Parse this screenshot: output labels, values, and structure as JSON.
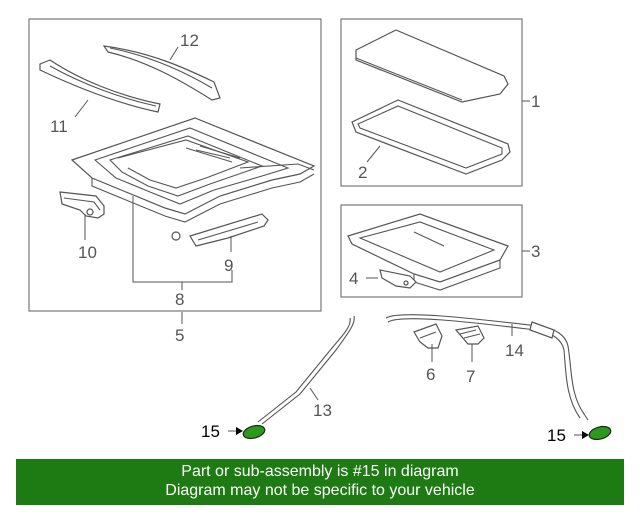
{
  "callouts": {
    "c1": "1",
    "c2": "2",
    "c3": "3",
    "c4": "4",
    "c5": "5",
    "c6": "6",
    "c7": "7",
    "c8": "8",
    "c9": "9",
    "c10": "10",
    "c11": "11",
    "c12": "12",
    "c13": "13",
    "c14": "14",
    "c15_left": "15",
    "c15_right": "15"
  },
  "banner": {
    "line1": "Part or sub-assembly is #15 in diagram",
    "line2": "Diagram may not be specific to your vehicle"
  },
  "colors": {
    "banner_bg": "#1e7a12",
    "highlight_part": "#2a9a1a",
    "line_art": "#555555",
    "highlight_label": "#000000"
  }
}
